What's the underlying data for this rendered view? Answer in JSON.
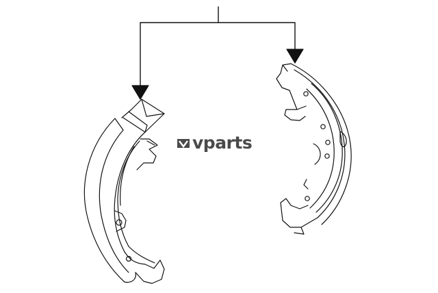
{
  "watermark": {
    "text": "vparts",
    "color": "#4a4a4a"
  },
  "diagram": {
    "line_color": "#111111",
    "callout_target_count": 2,
    "parts": [
      "brake-shoe-left",
      "brake-shoe-right"
    ]
  }
}
